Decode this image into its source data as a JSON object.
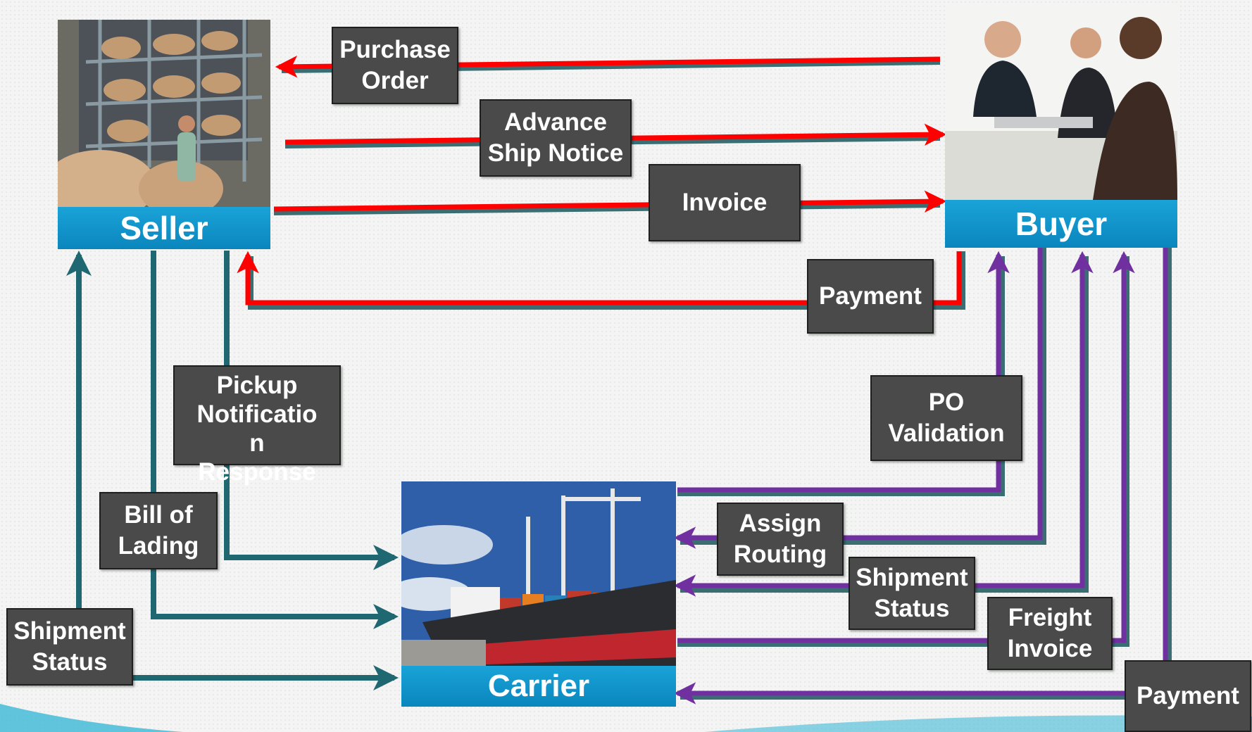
{
  "parties": {
    "seller": {
      "label": "Seller",
      "image": "warehouse worker with sacks on shelving"
    },
    "buyer": {
      "label": "Buyer",
      "image": "business people in meeting"
    },
    "carrier": {
      "label": "Carrier",
      "image": "container cargo ship at port"
    }
  },
  "messages": {
    "purchase_order": "Purchase\nOrder",
    "advance_ship_notice": "Advance\nShip Notice",
    "invoice": "Invoice",
    "payment_buyer_seller": "Payment",
    "pickup_notification": "Pickup\nNotificatio\nn\nResponse",
    "bill_of_lading": "Bill of\nLading",
    "shipment_status_seller": "Shipment\nStatus",
    "po_validation": "PO\nValidation",
    "assign_routing": "Assign\nRouting",
    "shipment_status_buyer": "Shipment\nStatus",
    "freight_invoice": "Freight\nInvoice",
    "payment_buyer_carrier": "Payment"
  },
  "colors": {
    "seller_buyer_flow": "#ff0000",
    "seller_carrier_flow": "#1f6872",
    "buyer_carrier_flow": "#7030a0",
    "party_label_bg": "#0a96cf",
    "message_box_bg": "#4a4a4a"
  }
}
